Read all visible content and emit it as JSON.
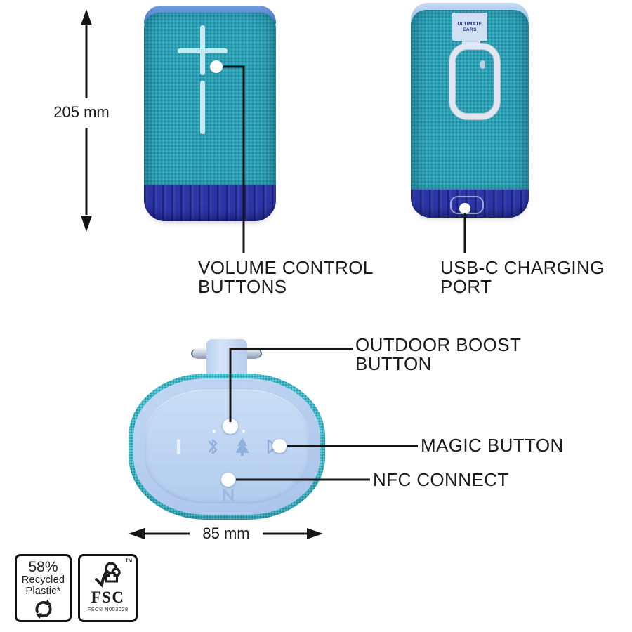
{
  "title": "portable-speaker-feature-diagram",
  "dimensions": {
    "height_label": "205 mm",
    "width_label": "85 mm"
  },
  "callouts": {
    "volume_line1": "VOLUME CONTROL",
    "volume_line2": "BUTTONS",
    "usb_line1": "USB-C CHARGING",
    "usb_line2": "PORT",
    "outdoor_line1": "OUTDOOR BOOST",
    "outdoor_line2": "BUTTON",
    "magic": "MAGIC BUTTON",
    "nfc": "NFC CONNECT"
  },
  "device": {
    "brand_line1": "ULTIMATE",
    "brand_line2": "EARS",
    "colors": {
      "fabric_teal": "#2AA0B5",
      "band_navy": "#2B35A5",
      "rim_blue": "#5E8BD4",
      "rim_pale": "#AECBEE",
      "base_face": "#B7CFF0",
      "glyph_pale": "#C9E9F2",
      "icon_periwinkle": "#8FB0DA",
      "callout_black": "#151515"
    }
  },
  "badges": {
    "recycled_percent": "58%",
    "recycled_line1": "Recycled",
    "recycled_line2": "Plastic*",
    "fsc_name": "FSC",
    "fsc_license": "FSC® N003028",
    "fsc_tm": "TM"
  }
}
